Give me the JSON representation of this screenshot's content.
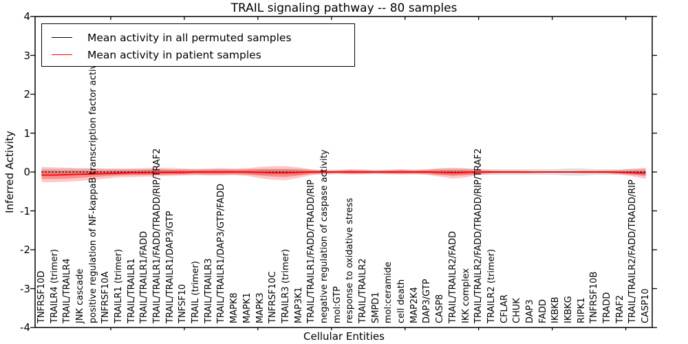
{
  "chart_data": {
    "type": "line",
    "title": "TRAIL signaling pathway -- 80 samples",
    "xlabel": "Cellular Entities",
    "ylabel": "Inferred Activity",
    "ylim": [
      -4,
      4
    ],
    "yticks": [
      4,
      3,
      2,
      1,
      0,
      -1,
      -2,
      -3,
      -4
    ],
    "xtick_fractions": [
      0.1226,
      0.2418,
      0.361,
      0.4803,
      0.5995,
      0.7187,
      0.838,
      0.9572
    ],
    "grid": false,
    "legend_position": "upper left",
    "categories": [
      "TNFRSF10D",
      "TRAILR4 (trimer)",
      "TRAIL/TRAILR4",
      "JNK cascade",
      "positive regulation of NF-kappaB transcription factor activity",
      "TNFRSF10A",
      "TRAILR1 (trimer)",
      "TRAIL/TRAILR1",
      "TRAIL/TRAILR1/FADD",
      "TRAIL/TRAILR1/FADD/TRADD/RIP/TRAF2",
      "TRAIL/TRAILR1/DAP3/GTP",
      "TNFSF10",
      "TRAIL (trimer)",
      "TRAIL/TRAILR3",
      "TRAIL/TRAILR1/DAP3/GTP/FADD",
      "MAPK8",
      "MAPK1",
      "MAPK3",
      "TNFRSF10C",
      "TRAILR3 (trimer)",
      "MAP3K1",
      "TRAIL/TRAILR1/FADD/TRADD/RIP",
      "negative regulation of caspase activity",
      "mol:GTP",
      "response to oxidative stress",
      "TRAIL/TRAILR2",
      "SMPD1",
      "mol:ceramide",
      "cell death",
      "MAP2K4",
      "DAP3/GTP",
      "CASP8",
      "TRAIL/TRAILR2/FADD",
      "IKK complex",
      "TRAIL/TRAILR2/FADD/TRADD/RIP/TRAF2",
      "TRAILR2 (trimer)",
      "CFLAR",
      "CHUK",
      "DAP3",
      "FADD",
      "IKBKB",
      "IKBKG",
      "RIPK1",
      "TNFRSF10B",
      "TRADD",
      "TRAF2",
      "TRAIL/TRAILR2/FADD/TRADD/RIP",
      "CASP10"
    ],
    "series": [
      {
        "name": "Mean activity in all permuted samples",
        "color": "#000000",
        "line_style": "dashed",
        "band_color": "#000000",
        "band_opacity": 0.13,
        "mean": 0,
        "band_upper": [
          0.08,
          0.08,
          0.08,
          0.08,
          0.08,
          0.07,
          0.07,
          0.07,
          0.07,
          0.07,
          0.07,
          0.07,
          0.07,
          0.07,
          0.07,
          0.07,
          0.07,
          0.08,
          0.08,
          0.08,
          0.08,
          0.06,
          0.06,
          0.06,
          0.06,
          0.06,
          0.06,
          0.06,
          0.06,
          0.06,
          0.06,
          0.08,
          0.08,
          0.08,
          0.08,
          0.07,
          0.07,
          0.07,
          0.07,
          0.07,
          0.07,
          0.09,
          0.09,
          0.07,
          0.07,
          0.07,
          0.08,
          0.08
        ],
        "band_lower": [
          -0.08,
          -0.08,
          -0.08,
          -0.08,
          -0.08,
          -0.07,
          -0.07,
          -0.07,
          -0.07,
          -0.07,
          -0.07,
          -0.07,
          -0.07,
          -0.07,
          -0.07,
          -0.07,
          -0.07,
          -0.08,
          -0.08,
          -0.08,
          -0.08,
          -0.06,
          -0.06,
          -0.06,
          -0.06,
          -0.06,
          -0.06,
          -0.06,
          -0.06,
          -0.06,
          -0.06,
          -0.08,
          -0.08,
          -0.08,
          -0.08,
          -0.07,
          -0.07,
          -0.07,
          -0.07,
          -0.07,
          -0.07,
          -0.09,
          -0.09,
          -0.07,
          -0.07,
          -0.07,
          -0.08,
          -0.08
        ]
      },
      {
        "name": "Mean activity in patient samples",
        "color": "#ff0000",
        "line_style": "solid",
        "band_color": "#ff0000",
        "band_opacity": 0.22,
        "mean": [
          -0.08,
          -0.08,
          -0.07,
          -0.06,
          -0.05,
          -0.04,
          -0.03,
          -0.02,
          -0.02,
          -0.01,
          -0.01,
          -0.01,
          0,
          0,
          0,
          0,
          0,
          -0.01,
          -0.02,
          -0.02,
          -0.01,
          0,
          0,
          0,
          0,
          0,
          0,
          0,
          0,
          0,
          0,
          -0.01,
          -0.02,
          -0.01,
          0,
          0,
          0,
          0,
          0,
          0,
          0,
          0,
          0,
          0,
          0,
          -0.01,
          -0.02,
          -0.03
        ],
        "band_upper": [
          0.13,
          0.12,
          0.11,
          0.1,
          0.1,
          0.09,
          0.09,
          0.09,
          0.1,
          0.11,
          0.1,
          0.09,
          0.08,
          0.09,
          0.1,
          0.09,
          0.1,
          0.13,
          0.15,
          0.15,
          0.12,
          0.07,
          0.04,
          0.04,
          0.07,
          0.06,
          0.04,
          0.05,
          0.07,
          0.05,
          0.07,
          0.1,
          0.11,
          0.1,
          0.06,
          0.04,
          0.03,
          0.03,
          0.02,
          0.02,
          0.02,
          0.02,
          0.03,
          0.03,
          0.04,
          0.05,
          0.08,
          0.11
        ],
        "band_lower": [
          -0.26,
          -0.26,
          -0.25,
          -0.23,
          -0.2,
          -0.17,
          -0.14,
          -0.13,
          -0.12,
          -0.11,
          -0.1,
          -0.09,
          -0.08,
          -0.09,
          -0.09,
          -0.08,
          -0.1,
          -0.16,
          -0.2,
          -0.21,
          -0.15,
          -0.08,
          -0.05,
          -0.04,
          -0.06,
          -0.05,
          -0.04,
          -0.05,
          -0.06,
          -0.05,
          -0.07,
          -0.12,
          -0.17,
          -0.14,
          -0.07,
          -0.04,
          -0.03,
          -0.03,
          -0.03,
          -0.02,
          -0.02,
          -0.02,
          -0.03,
          -0.03,
          -0.04,
          -0.06,
          -0.11,
          -0.18
        ],
        "band_inner_upper": [
          0.04,
          0.03,
          0.03,
          0.03,
          0.03,
          0.03,
          0.04,
          0.04,
          0.05,
          0.06,
          0.05,
          0.05,
          0.04,
          0.05,
          0.06,
          0.05,
          0.06,
          0.07,
          0.07,
          0.07,
          0.06,
          0.04,
          0.02,
          0.02,
          0.04,
          0.03,
          0.02,
          0.03,
          0.04,
          0.03,
          0.04,
          0.05,
          0.05,
          0.05,
          0.03,
          0.02,
          0.02,
          0.02,
          0.01,
          0.01,
          0.01,
          0.01,
          0.02,
          0.02,
          0.02,
          0.02,
          0.03,
          0.04
        ],
        "band_inner_lower": [
          -0.18,
          -0.18,
          -0.17,
          -0.15,
          -0.13,
          -0.11,
          -0.09,
          -0.08,
          -0.08,
          -0.07,
          -0.06,
          -0.05,
          -0.04,
          -0.05,
          -0.05,
          -0.04,
          -0.06,
          -0.09,
          -0.12,
          -0.13,
          -0.09,
          -0.04,
          -0.03,
          -0.02,
          -0.03,
          -0.03,
          -0.02,
          -0.03,
          -0.03,
          -0.03,
          -0.04,
          -0.07,
          -0.1,
          -0.08,
          -0.04,
          -0.02,
          -0.02,
          -0.02,
          -0.02,
          -0.01,
          -0.01,
          -0.01,
          -0.02,
          -0.02,
          -0.02,
          -0.03,
          -0.06,
          -0.11
        ]
      }
    ]
  }
}
